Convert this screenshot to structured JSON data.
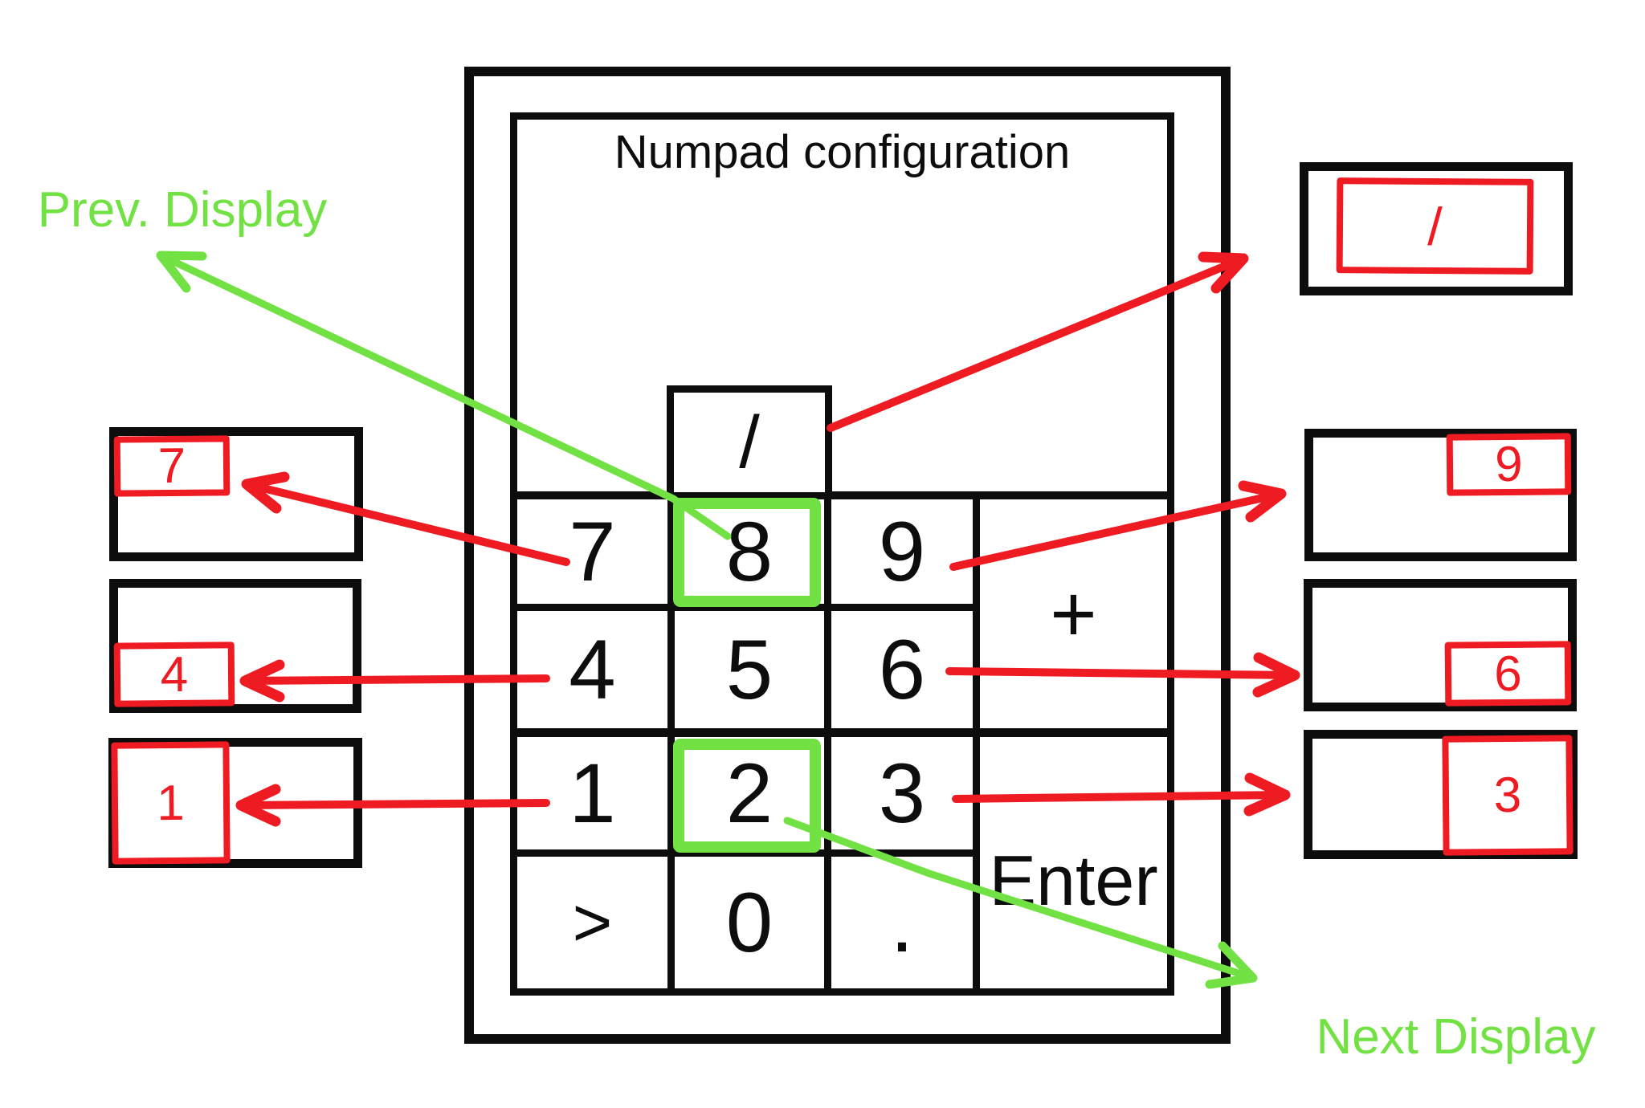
{
  "title": "Numpad configuration",
  "keys": {
    "slash": "/",
    "k7": "7",
    "k8": "8",
    "k9": "9",
    "plus": "+",
    "k4": "4",
    "k5": "5",
    "k6": "6",
    "k1": "1",
    "k2": "2",
    "k3": "3",
    "enter": "Enter",
    "greater": ">",
    "k0": "0",
    "period": "."
  },
  "highlighted_keys": [
    "8",
    "2"
  ],
  "displays": {
    "left": [
      {
        "label": "7",
        "region": "top-left"
      },
      {
        "label": "4",
        "region": "bottom-left"
      },
      {
        "label": "1",
        "region": "left-half"
      }
    ],
    "right": [
      {
        "label": "/",
        "region": "center"
      },
      {
        "label": "9",
        "region": "top-right"
      },
      {
        "label": "6",
        "region": "bottom-right"
      },
      {
        "label": "3",
        "region": "right-half"
      }
    ]
  },
  "annotations": {
    "prev": "Prev. Display",
    "next": "Next Display"
  },
  "mappings": [
    {
      "key": "/",
      "display": "/"
    },
    {
      "key": "7",
      "display": "7"
    },
    {
      "key": "4",
      "display": "4"
    },
    {
      "key": "1",
      "display": "1"
    },
    {
      "key": "9",
      "display": "9"
    },
    {
      "key": "6",
      "display": "6"
    },
    {
      "key": "3",
      "display": "3"
    },
    {
      "key": "8",
      "action": "Prev. Display"
    },
    {
      "key": "2",
      "action": "Next Display"
    }
  ],
  "colors": {
    "annotation_red": "#EE1B22",
    "annotation_green": "#72E143",
    "ink": "#0d0d0d"
  }
}
